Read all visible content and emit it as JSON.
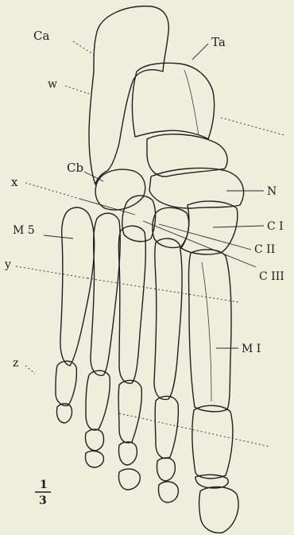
{
  "labels": {
    "ca": "Ca",
    "ta": "Ta",
    "w": "w",
    "cb": "Cb",
    "x": "x",
    "n": "N",
    "ci": "C I",
    "m5": "M 5",
    "cii": "C II",
    "y": "y",
    "ciii": "C III",
    "mi": "M I",
    "z": "z"
  },
  "scale": {
    "numerator": "1",
    "denominator": "3"
  }
}
